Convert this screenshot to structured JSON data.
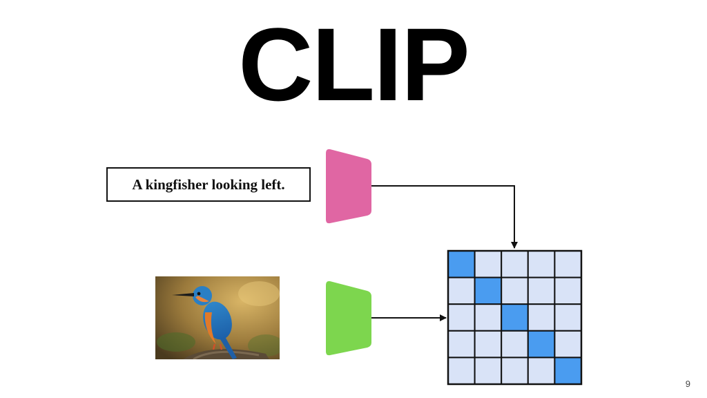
{
  "slide": {
    "title": "CLIP",
    "caption": "A kingfisher looking left.",
    "page_number": "9"
  },
  "encoders": {
    "text_color": "#e066a3",
    "image_color": "#7dd64e"
  },
  "similarity_matrix": {
    "rows": 5,
    "cols": 5,
    "highlight_color": "#4a9cf0",
    "base_color": "#d9e3f7",
    "highlighted_cells": [
      [
        0,
        0
      ],
      [
        1,
        1
      ],
      [
        2,
        2
      ],
      [
        3,
        3
      ],
      [
        4,
        4
      ]
    ]
  },
  "image": {
    "subject_icon": "kingfisher-photo"
  }
}
